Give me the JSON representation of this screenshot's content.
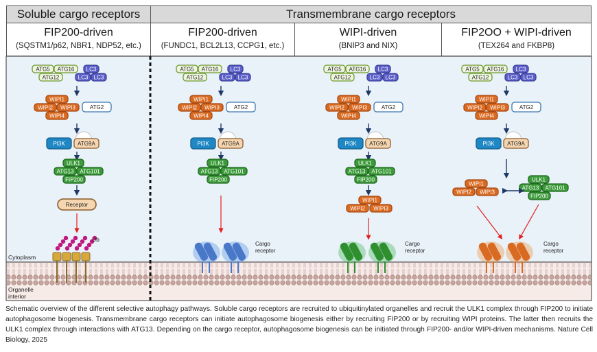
{
  "headers": {
    "soluble": "Soluble cargo receptors",
    "transmembrane": "Transmembrane cargo receptors"
  },
  "columns": [
    {
      "title": "FIP200-driven",
      "subtitle": "(SQSTM1/p62, NBR1, NDP52, etc.)"
    },
    {
      "title": "FIP200-driven",
      "subtitle": "(FUNDC1, BCL2L13, CCPG1, etc.)"
    },
    {
      "title": "WIPI-driven",
      "subtitle": "(BNIP3 and NIX)"
    },
    {
      "title": "FIP2OO + WIPI-driven",
      "subtitle": "(TEX264 and FKBP8)"
    }
  ],
  "proteins": {
    "atg5": "ATG5",
    "atg16": "ATG16",
    "atg12": "ATG12",
    "lc3": "LC3",
    "wipi1": "WIPI1",
    "wipi2": "WIPI2",
    "wipi3": "WIPI3",
    "wipi4": "WIPI4",
    "atg2": "ATG2",
    "pi3k": "PI3K",
    "atg9a": "ATG9A",
    "ulk1": "ULK1",
    "atg13": "ATG13",
    "atg101": "ATG101",
    "fip200": "FIP200",
    "receptor": "Receptor"
  },
  "labels": {
    "ub": "Ub",
    "cytoplasm": "Cytoplasm",
    "organelle_1": "Organelle",
    "organelle_2": "interior",
    "cargo_1": "Cargo",
    "cargo_2": "receptor"
  },
  "caption": "Schematic overview of the different selective autophagy pathways. Soluble cargo receptors are recruited to ubiquitinylated organelles and recruit the ULK1 complex through FIP200 to initiate autophagosome biogenesis. Transmembrane cargo receptors can initiate autophagosome biogenesis either by recruiting FIP200 or by recruiting WIPI proteins. The latter then recruits the ULK1 complex through interactions with ATG13. Depending on the cargo receptor, autophagosome biogenesis can be initiated through FIP200- and/or WIPI-driven mechanisms. Nature Cell Biology, 2025",
  "colors": {
    "panel_bg": "#e9f1f9",
    "green_light": "#eef5df",
    "green_border": "#6d9a2e",
    "purple": "#5b5fc7",
    "orange": "#d96a22",
    "blue": "#1f87c4",
    "green": "#3c9a3a",
    "ub": "#c0177f",
    "receptor_fill": "#f5d6b0",
    "arrow_red": "#e02020",
    "arrow_dark": "#1f3a66"
  }
}
